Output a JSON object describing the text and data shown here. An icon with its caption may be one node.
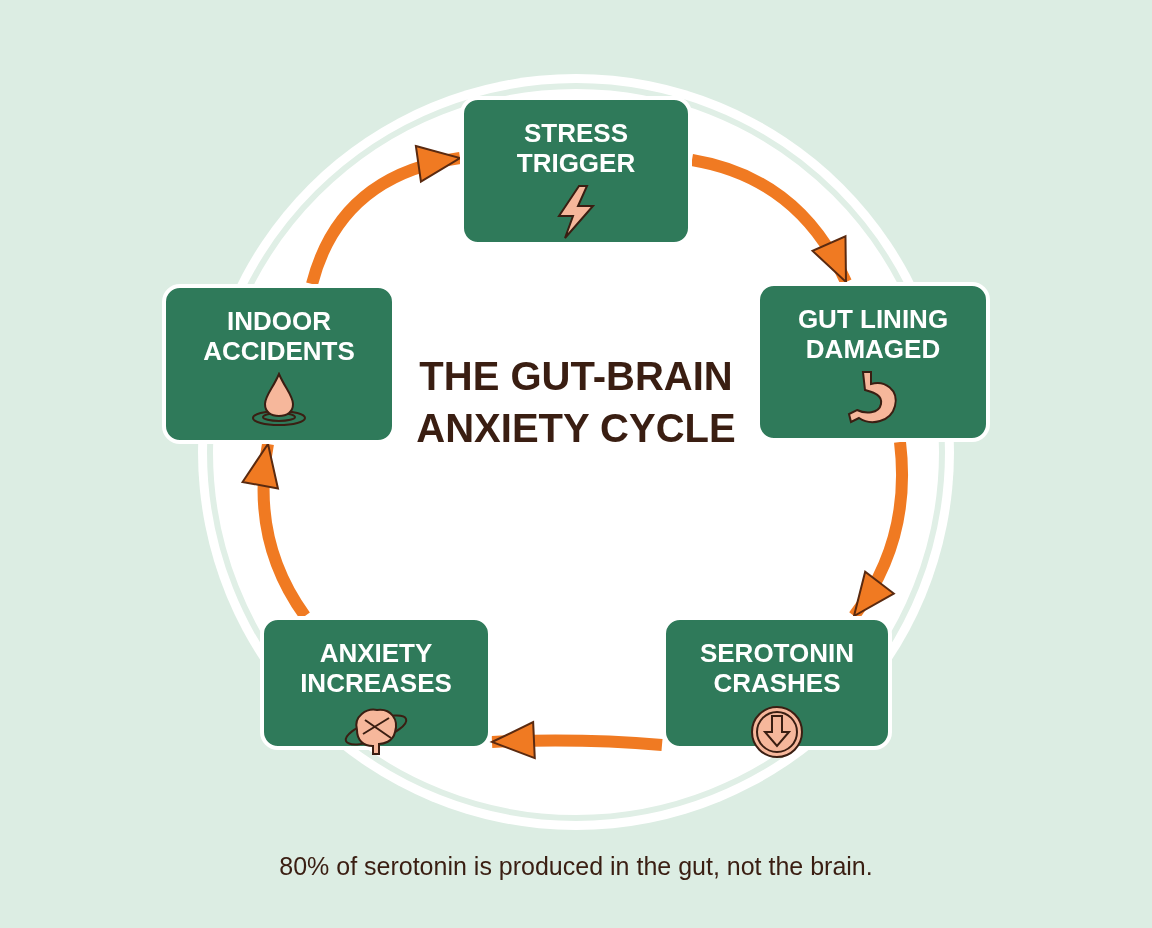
{
  "diagram": {
    "title": "THE GUT-BRAIN ANXIETY CYCLE",
    "caption": "80% of serotonin is produced in the gut, not the brain.",
    "nodes": [
      {
        "text": [
          "STRESS TRIGGER"
        ]
      },
      {
        "text": [
          "GUT LINING DAMAGED"
        ]
      },
      {
        "text": [
          "SEROTONIN CRASHES"
        ]
      },
      {
        "text": [
          "ANXIETY INCREASES"
        ]
      },
      {
        "text": [
          "INDOOR ACCIDENTS"
        ]
      }
    ],
    "edges": [
      {
        "from": 0,
        "to": 1,
        "arrow": "to"
      },
      {
        "from": 1,
        "to": 2,
        "arrow": "to"
      },
      {
        "from": 2,
        "to": 3,
        "arrow": "to"
      },
      {
        "from": 3,
        "to": 4,
        "arrow": "to"
      },
      {
        "from": 4,
        "to": 0,
        "arrow": "to"
      }
    ]
  }
}
